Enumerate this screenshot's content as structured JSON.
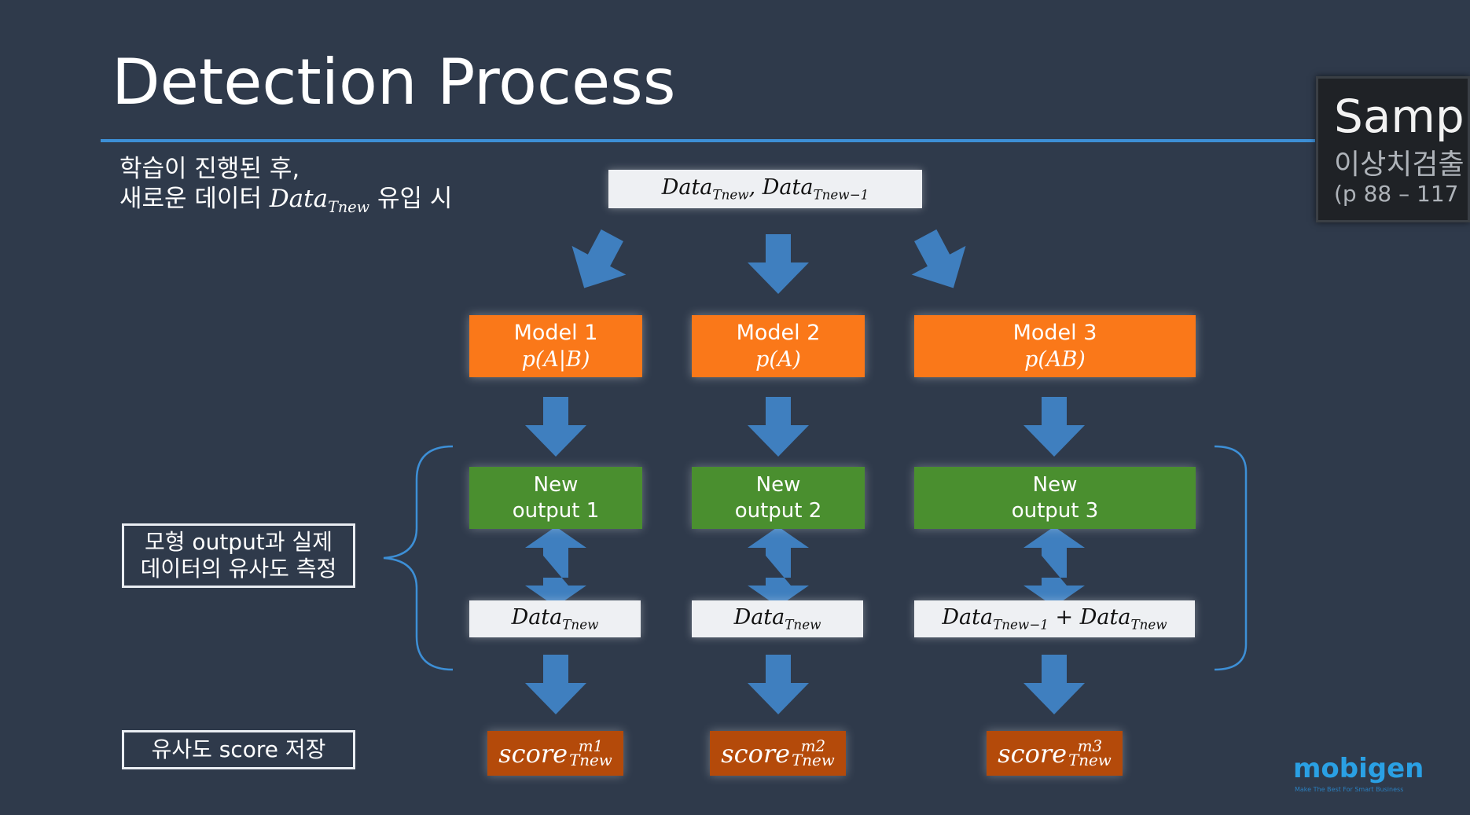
{
  "title": "Detection Process",
  "intro": {
    "line1": "학습이 진행된 후,",
    "line2_prefix": "새로운 데이터 ",
    "line2_var": "Data",
    "line2_sub": "Tnew",
    "line2_suffix": " 유입 시"
  },
  "input": {
    "a": "Data",
    "a_sub": "Tnew",
    "sep": ", ",
    "b": "Data",
    "b_sub": "Tnew−1"
  },
  "models": [
    {
      "name": "Model 1",
      "formula": "p(A|B)"
    },
    {
      "name": "Model 2",
      "formula": "p(A)"
    },
    {
      "name": "Model 3",
      "formula": "p(AB)"
    }
  ],
  "outputs": [
    {
      "line1": "New",
      "line2": "output 1"
    },
    {
      "line1": "New",
      "line2": "output 2"
    },
    {
      "line1": "New",
      "line2": "output 3"
    }
  ],
  "actuals": {
    "a1": "Data",
    "a1_sub": "Tnew",
    "a2": "Data",
    "a2_sub": "Tnew",
    "a3a": "Data",
    "a3a_sub": "Tnew−1",
    "a3_op": " + ",
    "a3b": "Data",
    "a3b_sub": "Tnew"
  },
  "scores": [
    {
      "base": "score",
      "sup": "m1",
      "sub": "Tnew"
    },
    {
      "base": "score",
      "sup": "m2",
      "sub": "Tnew"
    },
    {
      "base": "score",
      "sup": "m3",
      "sub": "Tnew"
    }
  ],
  "labels": {
    "similarity_line1": "모형 output과 실제",
    "similarity_line2": "데이터의 유사도 측정",
    "store": "유사도 score 저장"
  },
  "sample_panel": {
    "title": "Samp",
    "subtitle": "이상치검출",
    "pages": "(p 88 – 117"
  },
  "logo": {
    "name": "mobigen",
    "tagline": "Make The Best For Smart Business"
  },
  "colors": {
    "background": "#2f3a4b",
    "rule": "#3d8fd6",
    "arrow": "#3f7fbf",
    "model": "#fa7819",
    "output": "#4a8f2f",
    "score": "#b44a0a"
  }
}
